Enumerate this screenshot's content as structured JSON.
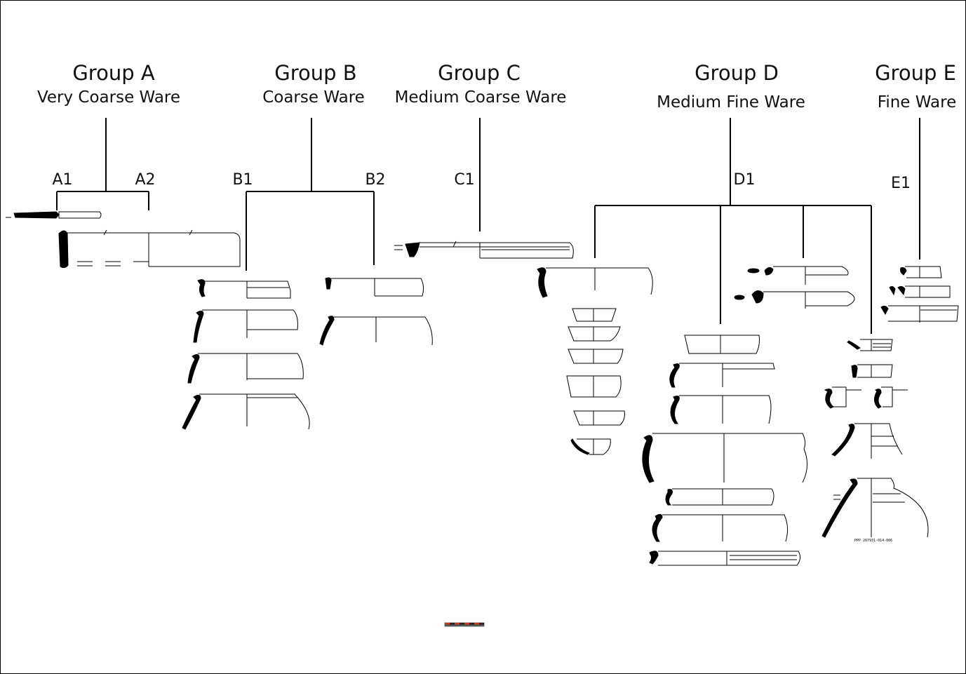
{
  "groups": [
    {
      "title": "Group A",
      "subtitle": "Very Coarse Ware",
      "subgroups": [
        "A1",
        "A2"
      ]
    },
    {
      "title": "Group B",
      "subtitle": "Coarse Ware",
      "subgroups": [
        "B1",
        "B2"
      ]
    },
    {
      "title": "Group C",
      "subtitle": "Medium Coarse Ware",
      "subgroups": [
        "C1"
      ]
    },
    {
      "title": "Group D",
      "subtitle": "Medium Fine Ware",
      "subgroups": [
        "D1"
      ]
    },
    {
      "title": "Group E",
      "subtitle": "Fine Ware",
      "subgroups": [
        "E1"
      ]
    }
  ],
  "captions": {
    "d1_small_last": "PPP 267931-014-006"
  },
  "colors": {
    "line": "#000000",
    "scale_red": "#c0392b",
    "scale_dark": "#222222"
  }
}
